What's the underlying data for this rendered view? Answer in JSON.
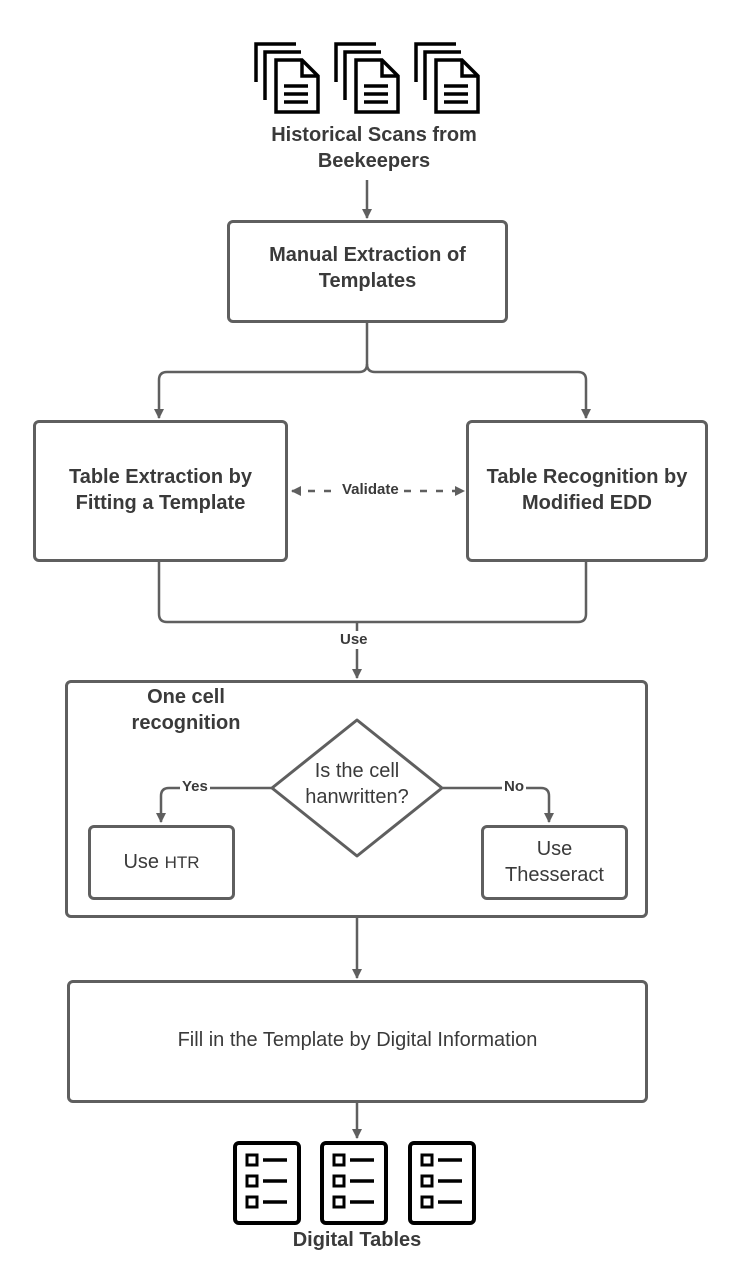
{
  "nodes": {
    "source": "Historical Scans from Beekeepers",
    "manual": "Manual Extraction of Templates",
    "template_fit": "Table Extraction by Fitting a Template",
    "edd": "Table Recognition by Modified EDD",
    "cell_group": "One cell recognition",
    "decision": "Is the cell hanwritten?",
    "htr_prefix": "Use",
    "htr_name": "HTR",
    "tesseract": "Use Thesseract",
    "fill": "Fill in the Template by Digital Information",
    "output": "Digital Tables"
  },
  "edges": {
    "validate": "Validate",
    "use": "Use",
    "yes": "Yes",
    "no": "No"
  },
  "icons": [
    "document-stack-icon",
    "document-stack-icon",
    "document-stack-icon",
    "table-checklist-icon",
    "table-checklist-icon",
    "table-checklist-icon"
  ],
  "colors": {
    "line": "#5f5f5f",
    "text": "#3a3a3a",
    "icon": "#000000"
  }
}
